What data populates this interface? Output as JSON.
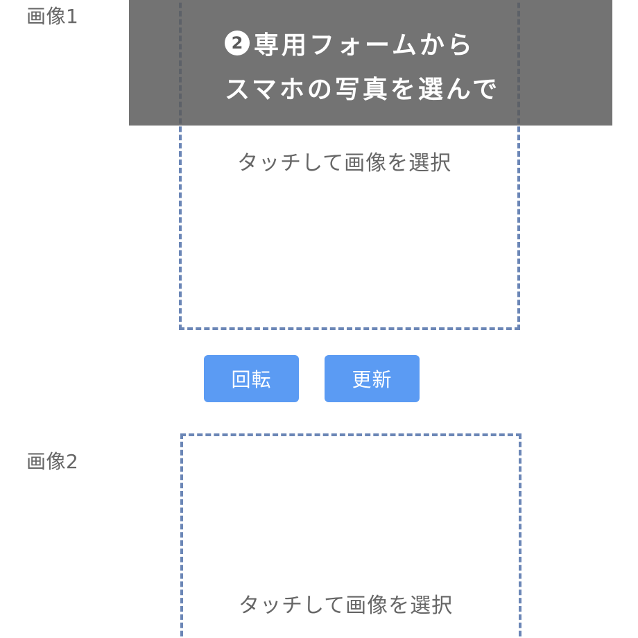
{
  "image1": {
    "label": "画像1",
    "dropzone_text": "タッチして画像を選択"
  },
  "controls": {
    "rotate_label": "回転",
    "update_label": "更新"
  },
  "image2": {
    "label": "画像2",
    "dropzone_text": "タッチして画像を選択"
  },
  "overlay": {
    "step_number": "2",
    "line1": "専用フォームから",
    "line2": "スマホの写真を選んで"
  },
  "colors": {
    "button_bg": "#5b9bf3",
    "dashed_border": "#6b86b6",
    "overlay_bg": "#5a5a5a"
  }
}
